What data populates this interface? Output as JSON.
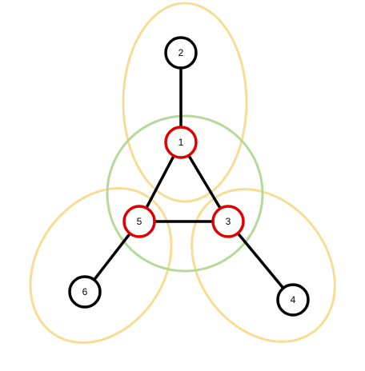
{
  "colors": {
    "background": "#ffffff",
    "edge": "#000000",
    "node_default_stroke": "#000000",
    "node_highlight_stroke": "#e00000",
    "node_fill": "#ffffff",
    "hyperedge_yellow": "#f7dd94",
    "hyperedge_green": "#b5d99a"
  },
  "nodes": [
    {
      "id": "1",
      "label": "1",
      "highlighted": true
    },
    {
      "id": "2",
      "label": "2",
      "highlighted": false
    },
    {
      "id": "3",
      "label": "3",
      "highlighted": true
    },
    {
      "id": "4",
      "label": "4",
      "highlighted": false
    },
    {
      "id": "5",
      "label": "5",
      "highlighted": true
    },
    {
      "id": "6",
      "label": "6",
      "highlighted": false
    }
  ],
  "edges": [
    {
      "from": "2",
      "to": "1"
    },
    {
      "from": "1",
      "to": "5"
    },
    {
      "from": "1",
      "to": "3"
    },
    {
      "from": "5",
      "to": "3"
    },
    {
      "from": "5",
      "to": "6"
    },
    {
      "from": "3",
      "to": "4"
    }
  ],
  "hyperedges": [
    {
      "name": "hyperedge-top",
      "color": "yellow",
      "members": [
        "1",
        "2"
      ]
    },
    {
      "name": "hyperedge-left",
      "color": "yellow",
      "members": [
        "5",
        "6"
      ]
    },
    {
      "name": "hyperedge-right",
      "color": "yellow",
      "members": [
        "3",
        "4"
      ]
    },
    {
      "name": "hyperedge-center",
      "color": "green",
      "members": [
        "1",
        "3",
        "5"
      ]
    }
  ]
}
